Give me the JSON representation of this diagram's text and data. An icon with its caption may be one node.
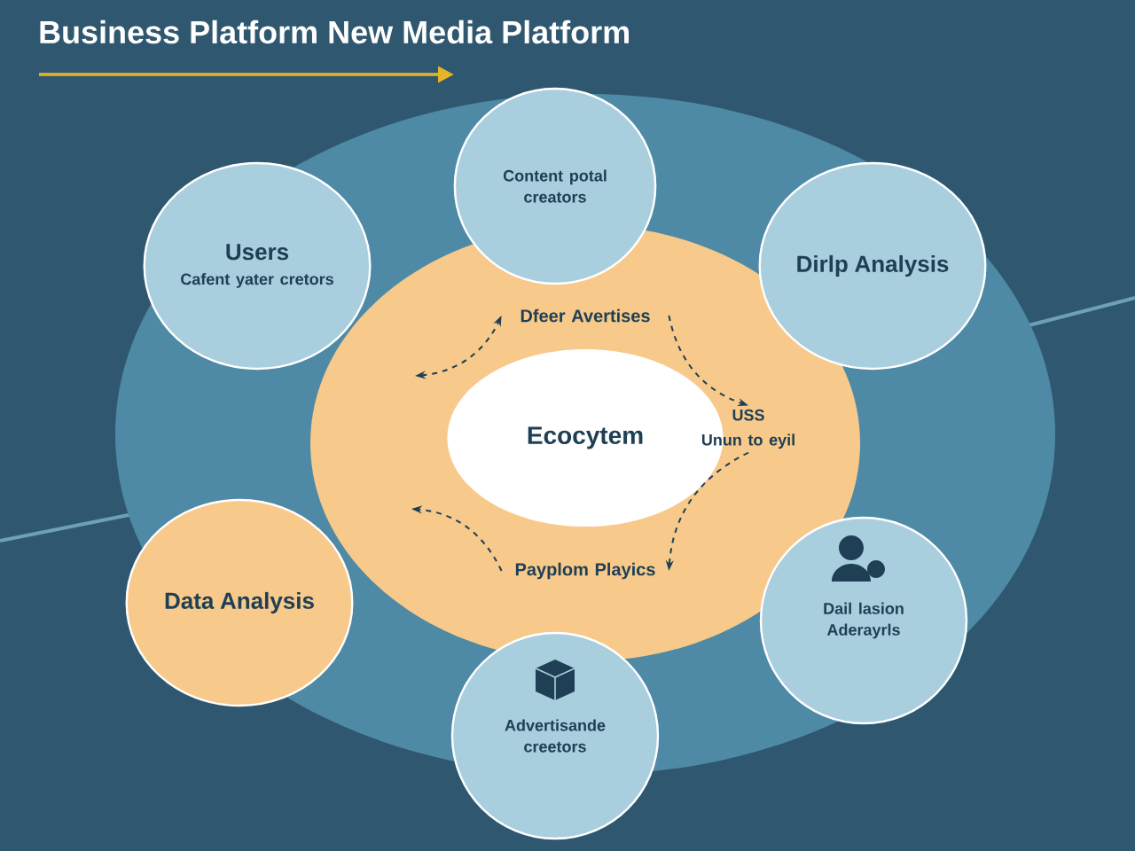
{
  "diagram": {
    "title": "Business Platform New Media Platform",
    "nodes": [
      {
        "text": [
          "Content potal creators"
        ]
      },
      {
        "text": [
          "Users",
          "Cafent yater cretors"
        ]
      },
      {
        "text": [
          "Dirlp Analysis"
        ]
      },
      {
        "text": [
          "Data Analysis"
        ]
      },
      {
        "text": [
          "Dail lasion Aderayrls"
        ]
      },
      {
        "text": [
          "Advertisande creetors"
        ]
      },
      {
        "text": [],
        "shape": "circle"
      },
      {
        "text": [
          "Dfeer Avertises"
        ],
        "in": 6
      },
      {
        "text": [
          "USS",
          "Unun to eyil"
        ],
        "in": 6
      },
      {
        "text": [
          "Payplom Playics"
        ],
        "in": 6
      },
      {
        "text": [
          "Ecocytem"
        ],
        "in": 6
      }
    ],
    "edges": [
      {
        "from": 7,
        "to": 8,
        "arrow": "to",
        "style": "dashed"
      },
      {
        "from": 8,
        "to": 9,
        "arrow": "to",
        "style": "dashed"
      },
      {
        "from": 9,
        "to": null,
        "arrow": "to",
        "style": "dashed"
      },
      {
        "from": null,
        "to": 7,
        "arrow": "both",
        "style": "dashed"
      }
    ]
  }
}
